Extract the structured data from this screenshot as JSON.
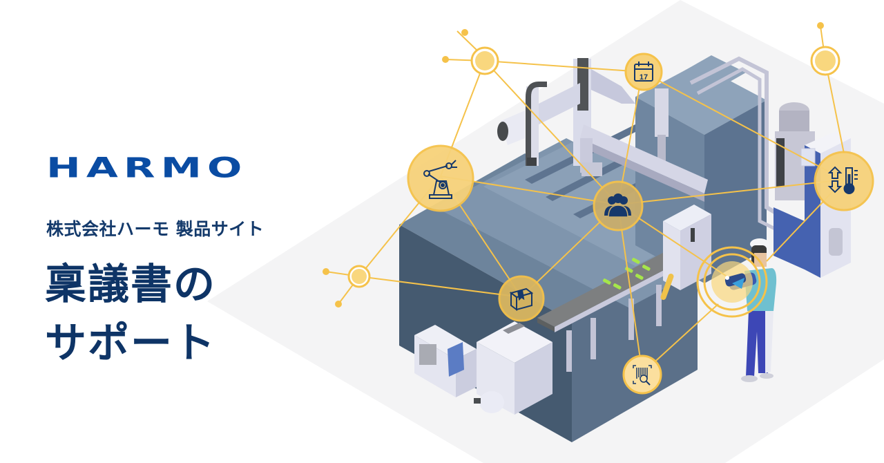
{
  "brand": {
    "logo_text": "HARMO",
    "color": "#0a4ca3"
  },
  "header": {
    "subtitle": "株式会社ハーモ 製品サイト"
  },
  "hero": {
    "title_line1": "稟議書の",
    "title_line2": "サポート",
    "title_color": "#0e3466"
  },
  "illustration": {
    "description": "Isometric factory floor with injection molding machine, robot arm, conveyor, dryer unit and worker with handheld terminal, connected by an IoT network of yellow nodes",
    "accent_color": "#f5c24a",
    "node_fill": "#f9d77e",
    "icon_color": "#16386b",
    "floor_color": "#f4f4f5",
    "nodes": [
      {
        "icon": "robot-arm-icon"
      },
      {
        "icon": "calendar-icon",
        "label": "17"
      },
      {
        "icon": "people-icon"
      },
      {
        "icon": "temperature-icon"
      },
      {
        "icon": "package-icon"
      },
      {
        "icon": "barcode-search-icon"
      },
      {
        "icon": "handheld-terminal-icon"
      }
    ]
  }
}
